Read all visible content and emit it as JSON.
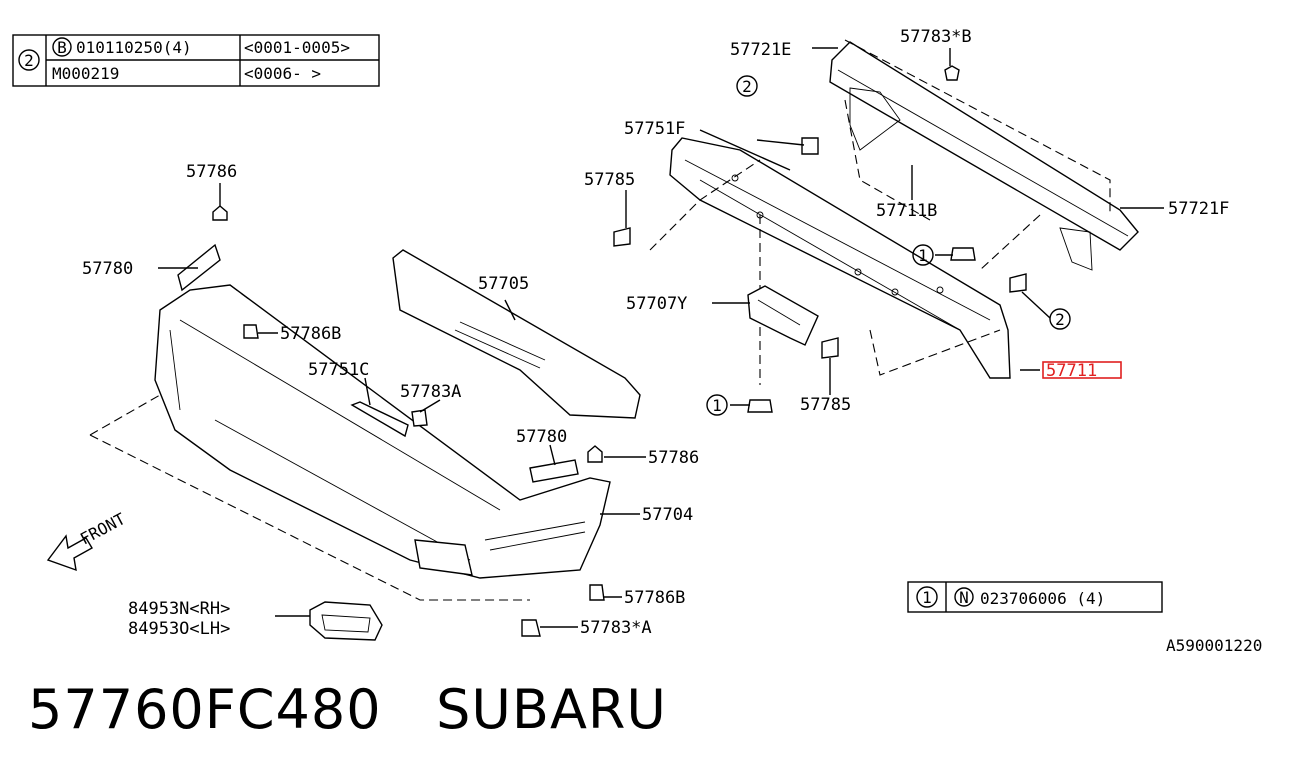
{
  "table_top_left": {
    "ref": "2",
    "rows": [
      {
        "mark": "B",
        "part": "010110250(4)",
        "range": "<0001-0005>"
      },
      {
        "mark": "",
        "part": "M000219",
        "range": "<0006-     >"
      }
    ]
  },
  "table_bottom_right": {
    "ref": "1",
    "mark": "N",
    "part": "023706006 (4)"
  },
  "labels": {
    "l57721E": "57721E",
    "l57783B": "57783*B",
    "l57751F": "57751F",
    "l57785a": "57785",
    "l57711B": "57711B",
    "l57721F": "57721F",
    "l57707Y": "57707Y",
    "l57711": "57711",
    "l57785b": "57785",
    "l57786a": "57786",
    "l57780a": "57780",
    "l57786B_a": "57786B",
    "l57705": "57705",
    "l57751C": "57751C",
    "l57783A": "57783A",
    "l57780b": "57780",
    "l57786b": "57786",
    "l57704": "57704",
    "l57786B_b": "57786B",
    "l57783sA": "57783*A",
    "l84953N": "84953N<RH>",
    "l84953O": "84953O<LH>",
    "front": "FRONT",
    "c1a": "1",
    "c1b": "1",
    "c2a": "2",
    "c2b": "2"
  },
  "highlight": {
    "label": "57711",
    "color": "#e02020"
  },
  "diagram_code": "A590001220",
  "footer": {
    "part_number": "57760FC480",
    "brand": "SUBARU"
  }
}
